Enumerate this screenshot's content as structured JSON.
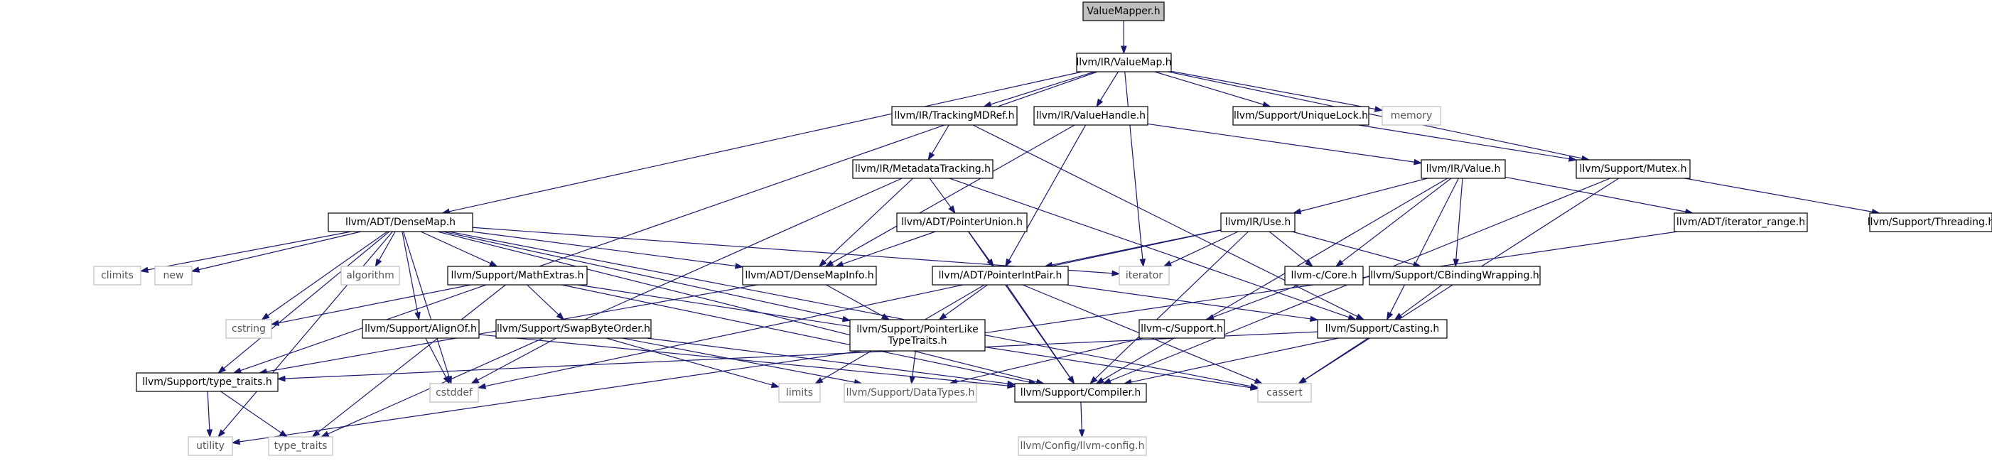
{
  "colors": {
    "edge": "#191970",
    "node_border": "#000000",
    "node_border_external": "#bfbfbf",
    "node_fill": "#ffffff",
    "root_fill": "#bfbfbf",
    "text": "#000000",
    "text_external": "#555555"
  },
  "nodes": [
    {
      "id": "vm",
      "lines": [
        "ValueMapper.h"
      ],
      "style": "root"
    },
    {
      "id": "valuemap",
      "lines": [
        "llvm/IR/ValueMap.h"
      ],
      "style": "normal"
    },
    {
      "id": "trackingmd",
      "lines": [
        "llvm/IR/TrackingMDRef.h"
      ],
      "style": "normal"
    },
    {
      "id": "valuehandle",
      "lines": [
        "llvm/IR/ValueHandle.h"
      ],
      "style": "normal"
    },
    {
      "id": "uniquelock",
      "lines": [
        "llvm/Support/UniqueLock.h"
      ],
      "style": "normal"
    },
    {
      "id": "memory",
      "lines": [
        "memory"
      ],
      "style": "external"
    },
    {
      "id": "metadatatracking",
      "lines": [
        "llvm/IR/MetadataTracking.h"
      ],
      "style": "normal"
    },
    {
      "id": "irvalue",
      "lines": [
        "llvm/IR/Value.h"
      ],
      "style": "normal"
    },
    {
      "id": "mutex",
      "lines": [
        "llvm/Support/Mutex.h"
      ],
      "style": "normal"
    },
    {
      "id": "densemap",
      "lines": [
        "llvm/ADT/DenseMap.h"
      ],
      "style": "normal"
    },
    {
      "id": "pointerunion",
      "lines": [
        "llvm/ADT/PointerUnion.h"
      ],
      "style": "normal"
    },
    {
      "id": "iruse",
      "lines": [
        "llvm/IR/Use.h"
      ],
      "style": "normal"
    },
    {
      "id": "iteratorrange",
      "lines": [
        "llvm/ADT/iterator_range.h"
      ],
      "style": "normal"
    },
    {
      "id": "threading",
      "lines": [
        "llvm/Support/Threading.h"
      ],
      "style": "normal"
    },
    {
      "id": "climits",
      "lines": [
        "climits"
      ],
      "style": "external"
    },
    {
      "id": "new",
      "lines": [
        "new"
      ],
      "style": "external"
    },
    {
      "id": "algorithm",
      "lines": [
        "algorithm"
      ],
      "style": "external"
    },
    {
      "id": "mathextras",
      "lines": [
        "llvm/Support/MathExtras.h"
      ],
      "style": "normal"
    },
    {
      "id": "densemapinfo",
      "lines": [
        "llvm/ADT/DenseMapInfo.h"
      ],
      "style": "normal"
    },
    {
      "id": "iterator",
      "lines": [
        "iterator"
      ],
      "style": "external"
    },
    {
      "id": "pointerintpair",
      "lines": [
        "llvm/ADT/PointerIntPair.h"
      ],
      "style": "normal"
    },
    {
      "id": "ccore",
      "lines": [
        "llvm-c/Core.h"
      ],
      "style": "normal"
    },
    {
      "id": "cbinding",
      "lines": [
        "llvm/Support/CBindingWrapping.h"
      ],
      "style": "normal"
    },
    {
      "id": "cstring",
      "lines": [
        "cstring"
      ],
      "style": "external"
    },
    {
      "id": "alignof",
      "lines": [
        "llvm/Support/AlignOf.h"
      ],
      "style": "normal"
    },
    {
      "id": "swapbyteorder",
      "lines": [
        "llvm/Support/SwapByteOrder.h"
      ],
      "style": "normal"
    },
    {
      "id": "pointerliketypetraits",
      "lines": [
        "llvm/Support/PointerLike",
        "TypeTraits.h"
      ],
      "style": "normal"
    },
    {
      "id": "csupport",
      "lines": [
        "llvm-c/Support.h"
      ],
      "style": "normal"
    },
    {
      "id": "casting",
      "lines": [
        "llvm/Support/Casting.h"
      ],
      "style": "normal"
    },
    {
      "id": "typetraits",
      "lines": [
        "llvm/Support/type_traits.h"
      ],
      "style": "normal"
    },
    {
      "id": "cstddef",
      "lines": [
        "cstddef"
      ],
      "style": "external"
    },
    {
      "id": "limits",
      "lines": [
        "limits"
      ],
      "style": "external"
    },
    {
      "id": "datatypes",
      "lines": [
        "llvm/Support/DataTypes.h"
      ],
      "style": "external"
    },
    {
      "id": "compiler",
      "lines": [
        "llvm/Support/Compiler.h"
      ],
      "style": "normal"
    },
    {
      "id": "cassert",
      "lines": [
        "cassert"
      ],
      "style": "external"
    },
    {
      "id": "utility",
      "lines": [
        "utility"
      ],
      "style": "external"
    },
    {
      "id": "stdtypetraits",
      "lines": [
        "type_traits"
      ],
      "style": "external"
    },
    {
      "id": "llvmconfig",
      "lines": [
        "llvm/Config/llvm-config.h"
      ],
      "style": "external"
    }
  ],
  "edges": [
    [
      "vm",
      "valuemap"
    ],
    [
      "valuemap",
      "trackingmd"
    ],
    [
      "valuemap",
      "valuehandle"
    ],
    [
      "valuemap",
      "uniquelock"
    ],
    [
      "valuemap",
      "memory"
    ],
    [
      "valuemap",
      "mutex"
    ],
    [
      "valuemap",
      "densemap"
    ],
    [
      "valuemap",
      "iterator"
    ],
    [
      "valuemap",
      "typetraits"
    ],
    [
      "trackingmd",
      "metadatatracking"
    ],
    [
      "trackingmd",
      "casting"
    ],
    [
      "valuehandle",
      "irvalue"
    ],
    [
      "valuehandle",
      "densemapinfo"
    ],
    [
      "valuehandle",
      "pointerintpair"
    ],
    [
      "uniquelock",
      "mutex"
    ],
    [
      "metadatatracking",
      "pointerunion"
    ],
    [
      "metadatatracking",
      "densemapinfo"
    ],
    [
      "metadatatracking",
      "casting"
    ],
    [
      "metadatatracking",
      "stdtypetraits"
    ],
    [
      "irvalue",
      "iruse"
    ],
    [
      "irvalue",
      "iteratorrange"
    ],
    [
      "irvalue",
      "ccore"
    ],
    [
      "irvalue",
      "cbinding"
    ],
    [
      "irvalue",
      "casting"
    ],
    [
      "irvalue",
      "compiler"
    ],
    [
      "mutex",
      "threading"
    ],
    [
      "mutex",
      "compiler"
    ],
    [
      "mutex",
      "cassert"
    ],
    [
      "densemap",
      "climits"
    ],
    [
      "densemap",
      "new"
    ],
    [
      "densemap",
      "algorithm"
    ],
    [
      "densemap",
      "mathextras"
    ],
    [
      "densemap",
      "densemapinfo"
    ],
    [
      "densemap",
      "iterator"
    ],
    [
      "densemap",
      "cstring"
    ],
    [
      "densemap",
      "alignof"
    ],
    [
      "densemap",
      "pointerliketypetraits"
    ],
    [
      "densemap",
      "typetraits"
    ],
    [
      "densemap",
      "cstddef"
    ],
    [
      "densemap",
      "utility"
    ],
    [
      "densemap",
      "compiler"
    ],
    [
      "densemap",
      "cassert"
    ],
    [
      "pointerunion",
      "densemapinfo"
    ],
    [
      "pointerunion",
      "pointerintpair"
    ],
    [
      "pointerunion",
      "compiler"
    ],
    [
      "iruse",
      "pointerintpair"
    ],
    [
      "iruse",
      "ccore"
    ],
    [
      "iruse",
      "cbinding"
    ],
    [
      "iruse",
      "iterator"
    ],
    [
      "iruse",
      "compiler"
    ],
    [
      "iruse",
      "cstddef"
    ],
    [
      "iteratorrange",
      "utility"
    ],
    [
      "mathextras",
      "cstring"
    ],
    [
      "mathextras",
      "swapbyteorder"
    ],
    [
      "mathextras",
      "compiler"
    ],
    [
      "mathextras",
      "stdtypetraits"
    ],
    [
      "mathextras",
      "cassert"
    ],
    [
      "densemapinfo",
      "pointerliketypetraits"
    ],
    [
      "densemapinfo",
      "typetraits"
    ],
    [
      "pointerintpair",
      "pointerliketypetraits"
    ],
    [
      "pointerintpair",
      "casting"
    ],
    [
      "pointerintpair",
      "compiler"
    ],
    [
      "pointerintpair",
      "limits"
    ],
    [
      "pointerintpair",
      "cassert"
    ],
    [
      "ccore",
      "csupport"
    ],
    [
      "cbinding",
      "casting"
    ],
    [
      "alignof",
      "cstddef"
    ],
    [
      "alignof",
      "compiler"
    ],
    [
      "swapbyteorder",
      "cstddef"
    ],
    [
      "swapbyteorder",
      "datatypes"
    ],
    [
      "swapbyteorder",
      "limits"
    ],
    [
      "swapbyteorder",
      "compiler"
    ],
    [
      "pointerliketypetraits",
      "datatypes"
    ],
    [
      "csupport",
      "datatypes"
    ],
    [
      "casting",
      "typetraits"
    ],
    [
      "casting",
      "compiler"
    ],
    [
      "casting",
      "cassert"
    ],
    [
      "typetraits",
      "utility"
    ],
    [
      "typetraits",
      "stdtypetraits"
    ],
    [
      "compiler",
      "llvmconfig"
    ]
  ]
}
